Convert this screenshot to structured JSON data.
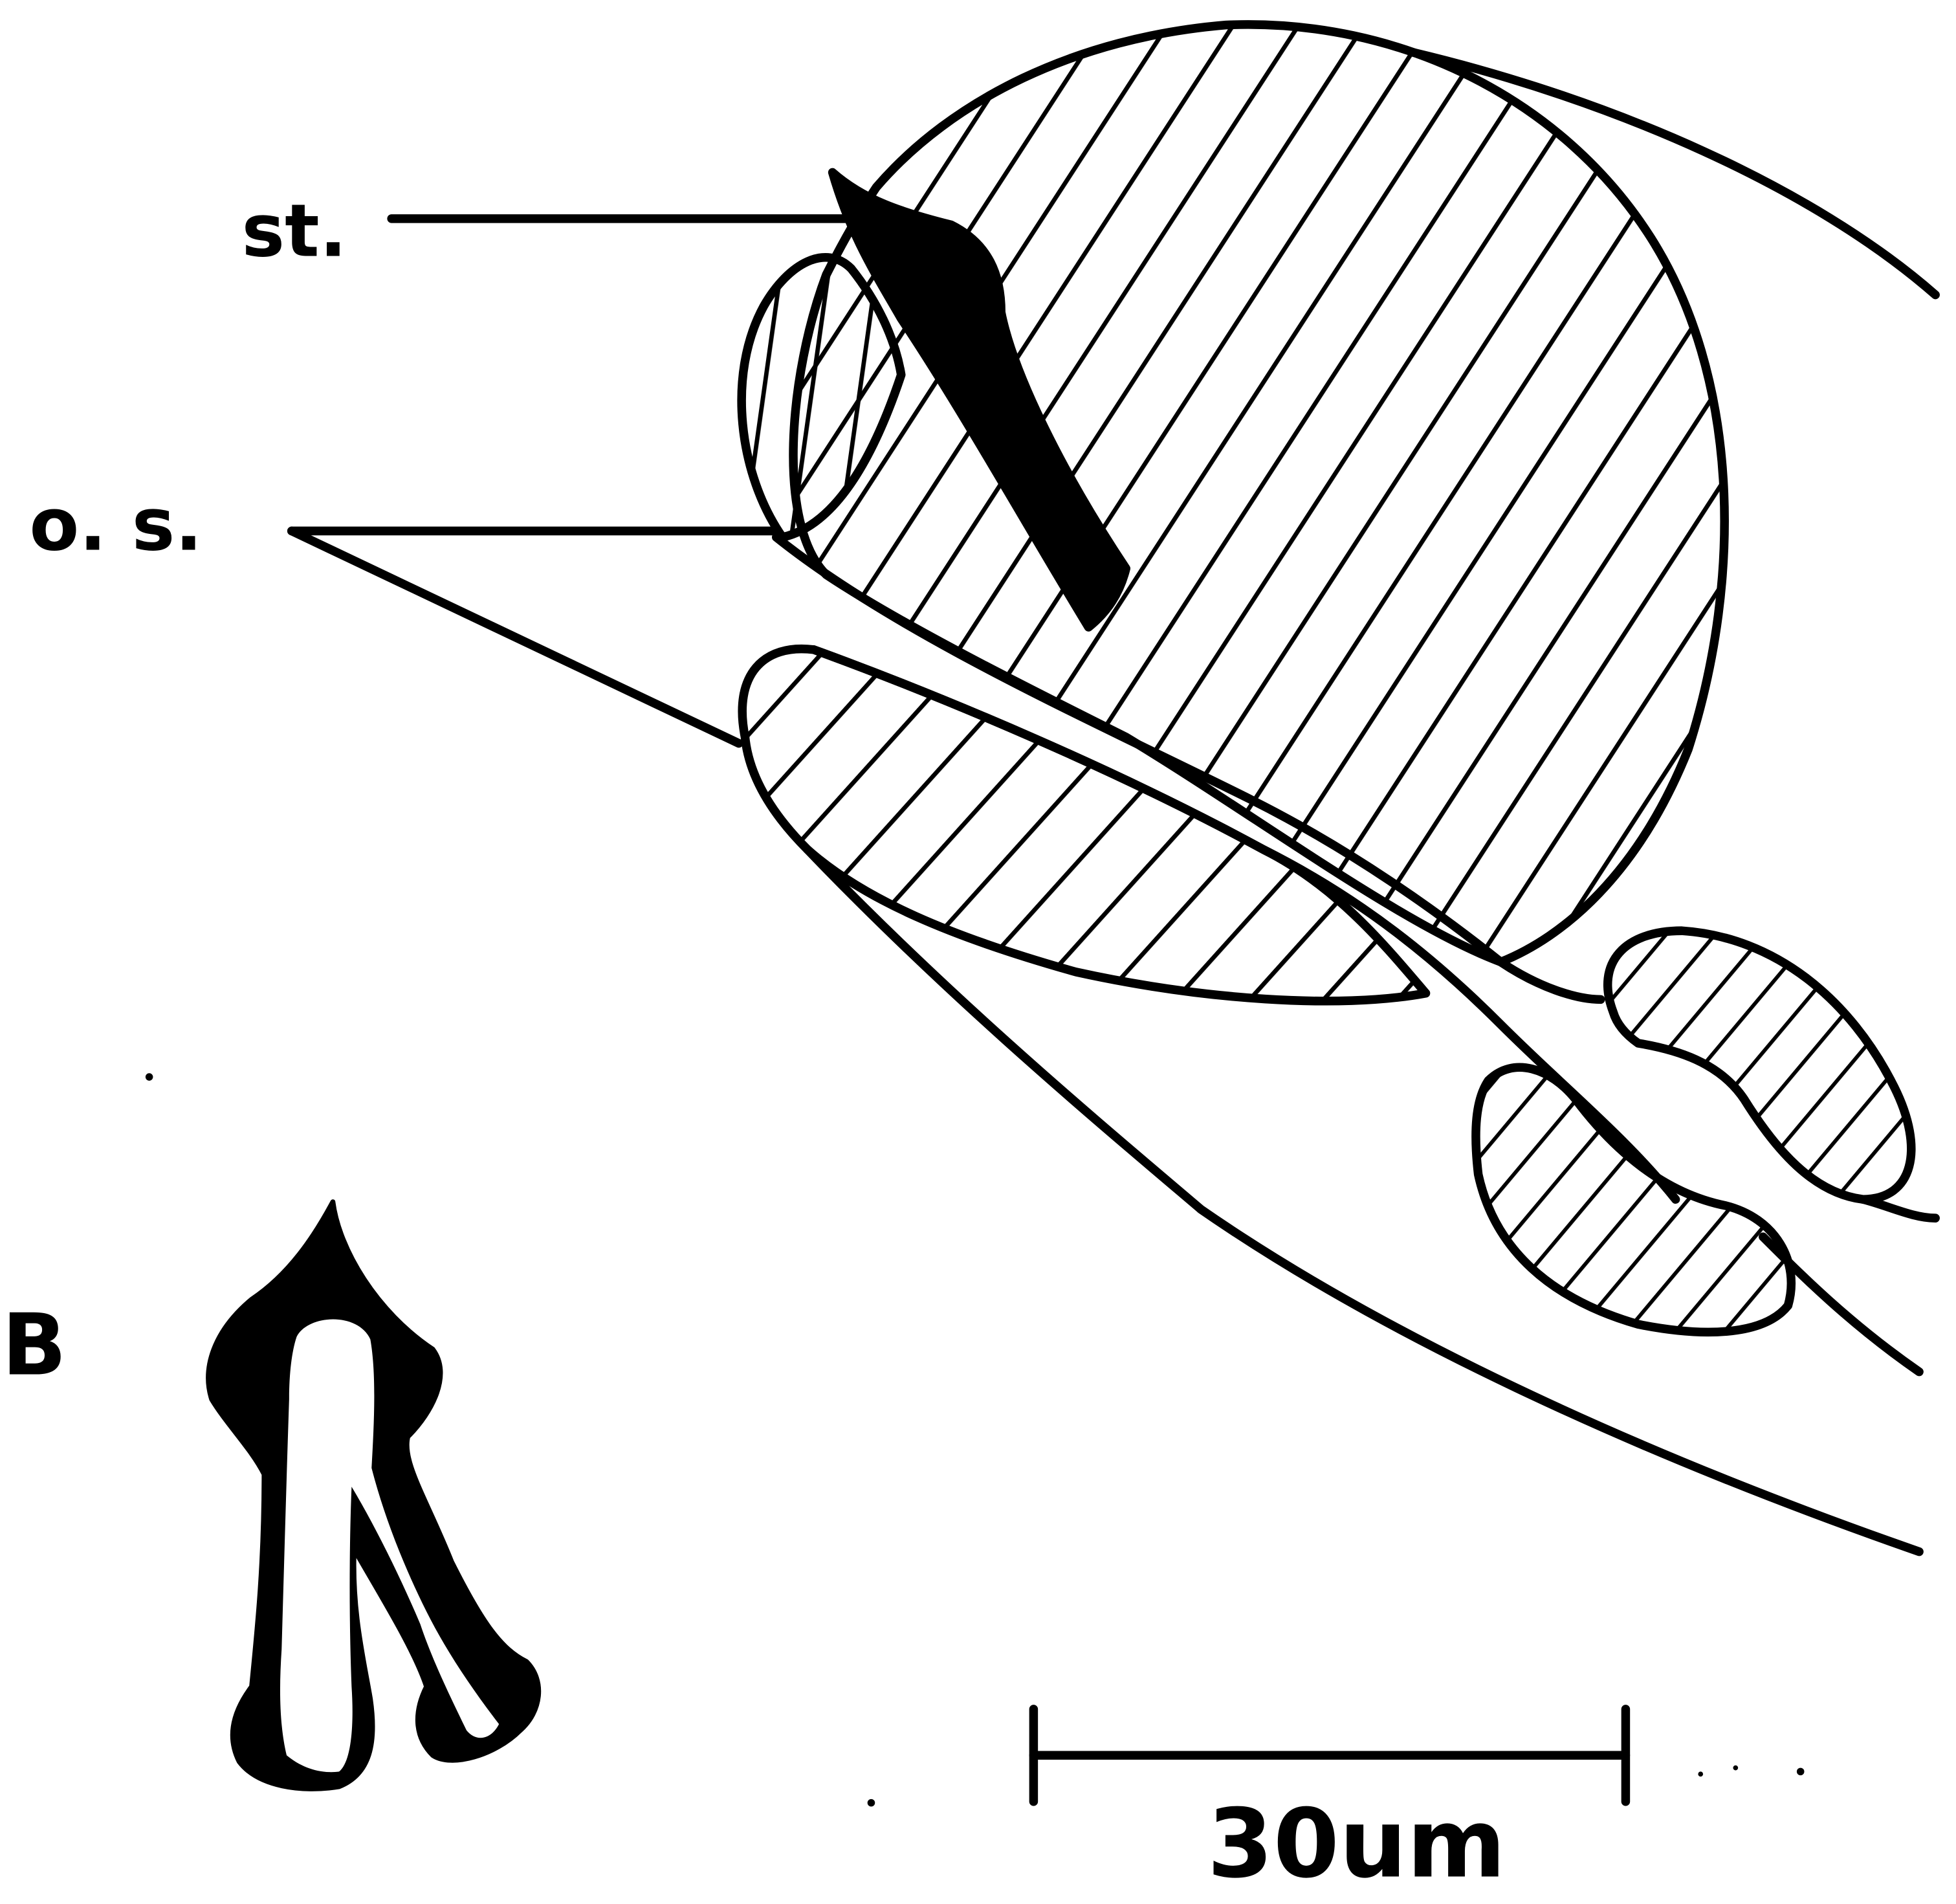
{
  "figure": {
    "labels": {
      "stylet": "st.",
      "oral_structure": "o. s.",
      "panel_b": "B"
    },
    "scale_bar": {
      "label": "30um",
      "length_um": 30
    },
    "colors": {
      "ink": "#000000",
      "paper": "#ffffff"
    }
  }
}
